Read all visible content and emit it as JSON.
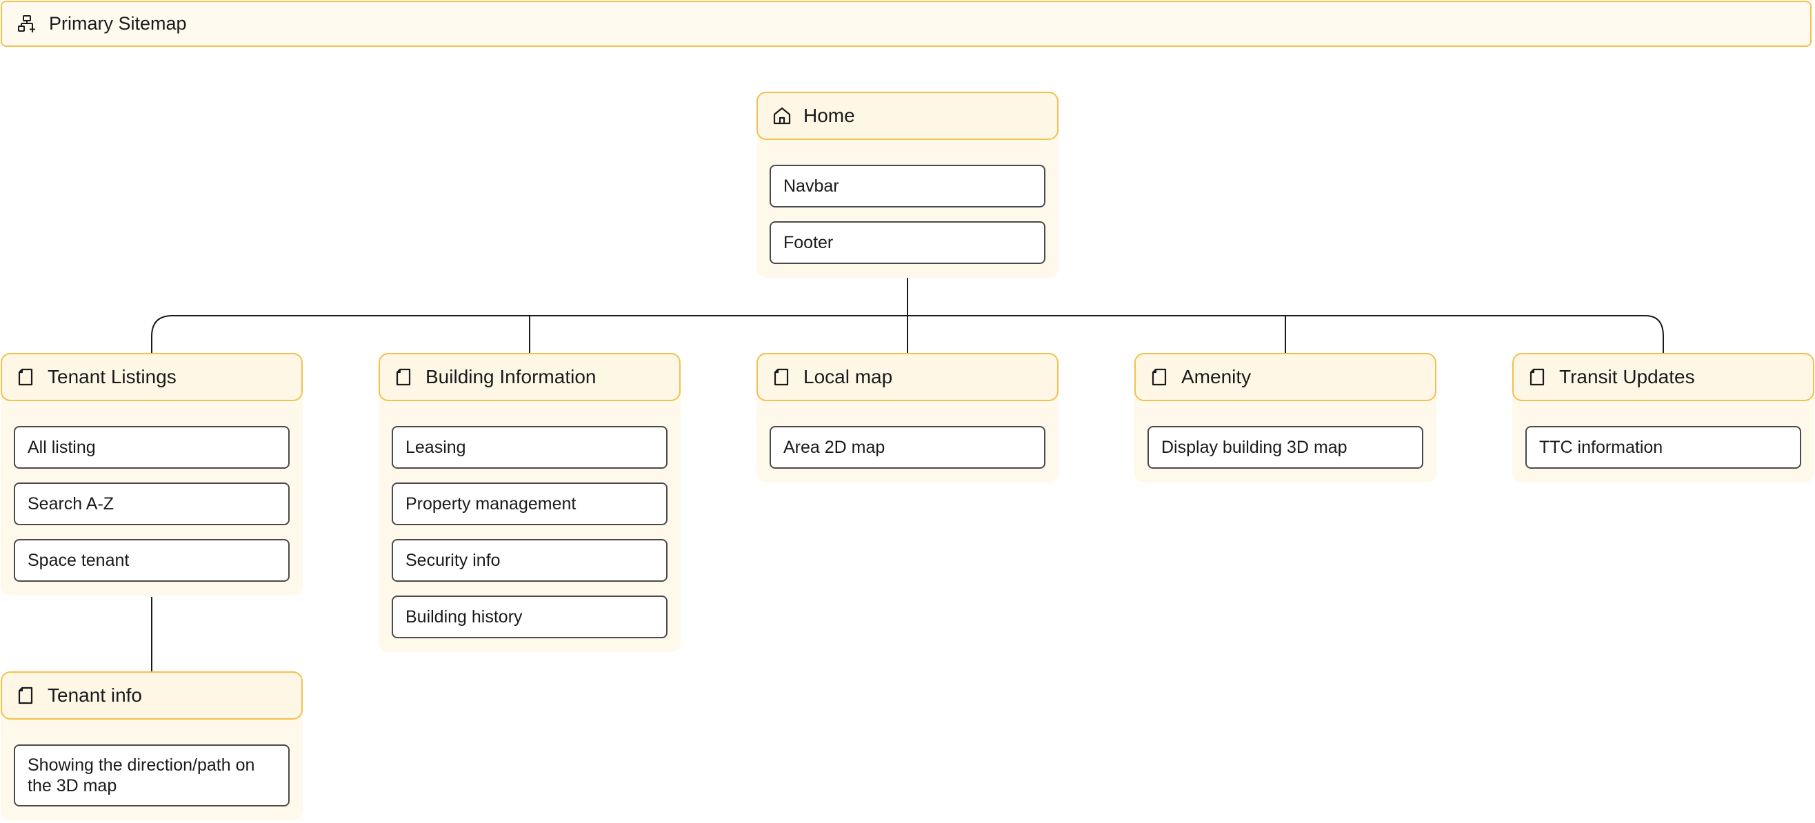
{
  "header": {
    "title": "Primary Sitemap",
    "icon": "sitemap-icon"
  },
  "colors": {
    "accent_border": "#f2c14e",
    "group_fill": "#fff9ec",
    "item_border": "#4a4a4a",
    "connector": "#1a1a1a"
  },
  "home": {
    "title": "Home",
    "icon": "home-icon",
    "items": [
      "Navbar",
      "Footer"
    ]
  },
  "sections": [
    {
      "title": "Tenant Listings",
      "icon": "page-icon",
      "items": [
        "All listing",
        "Search A-Z",
        "Space tenant"
      ]
    },
    {
      "title": "Building Information",
      "icon": "page-icon",
      "items": [
        "Leasing",
        "Property management",
        "Security info",
        "Building history"
      ]
    },
    {
      "title": "Local map",
      "icon": "page-icon",
      "items": [
        "Area 2D map"
      ]
    },
    {
      "title": "Amenity",
      "icon": "page-icon",
      "items": [
        "Display building 3D map"
      ]
    },
    {
      "title": "Transit Updates",
      "icon": "page-icon",
      "items": [
        "TTC information"
      ]
    }
  ],
  "tenant_info": {
    "title": "Tenant info",
    "icon": "page-icon",
    "items": [
      "Showing the direction/path on the 3D map"
    ]
  }
}
